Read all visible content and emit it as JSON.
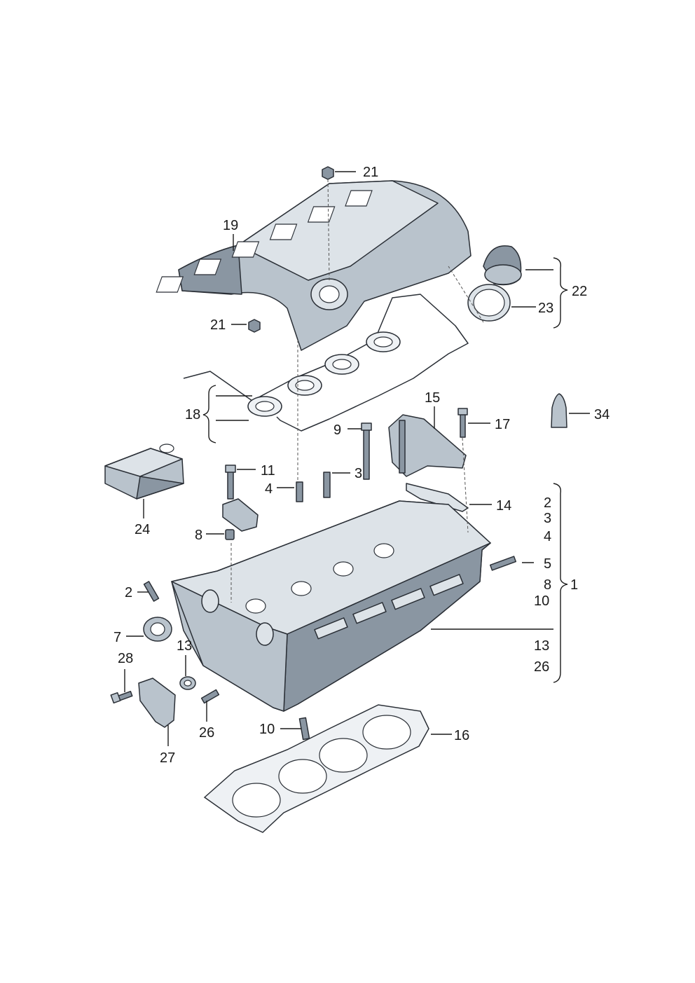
{
  "callouts": {
    "c21_top": "21",
    "c19": "19",
    "c22": "22",
    "c23": "23",
    "c21_mid": "21",
    "c18": "18",
    "c15": "15",
    "c17": "17",
    "c34": "34",
    "c9": "9",
    "c11": "11",
    "c3": "3",
    "c4": "4",
    "c14": "14",
    "c24": "24",
    "c8": "8",
    "c2": "2",
    "c7": "7",
    "c13": "13",
    "c28": "28",
    "c26": "26",
    "c27": "27",
    "c10": "10",
    "c16": "16",
    "c5": "5",
    "c1": "1"
  },
  "assembly_list": [
    "2",
    "3",
    "4",
    "5",
    "8",
    "10",
    "13",
    "26"
  ],
  "colors": {
    "metal": "#b9c3cc",
    "metal_dark": "#8a96a2",
    "metal_light": "#dde3e8",
    "line": "#2a2f36"
  }
}
